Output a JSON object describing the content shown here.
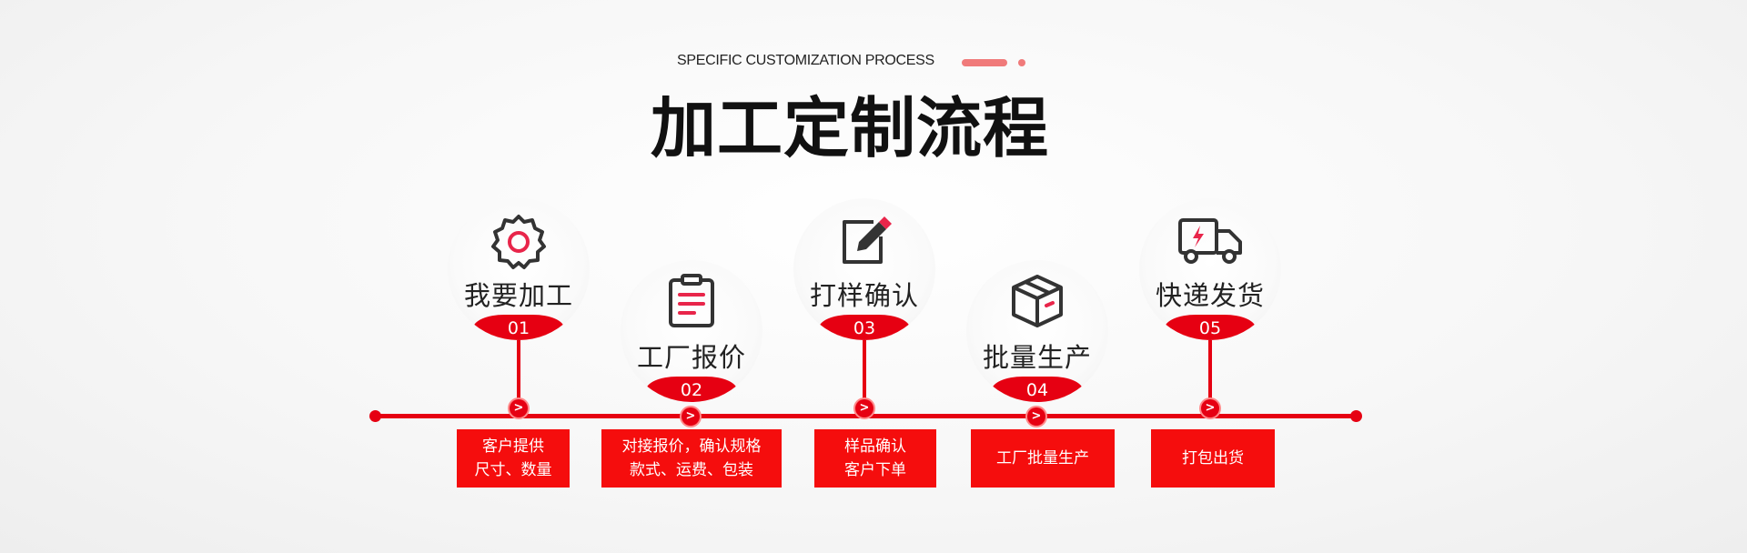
{
  "header": {
    "subtitle": "SPECIFIC CUSTOMIZATION  PROCESS",
    "title": "加工定制流程"
  },
  "colors": {
    "accent": "#e60012",
    "box": "#f50d0d",
    "deco": "#f07a7a",
    "icon_dark": "#333333"
  },
  "steps": [
    {
      "number": "01",
      "label": "我要加工",
      "icon": "gear-icon",
      "desc_lines": [
        "客户提供",
        "尺寸、数量"
      ]
    },
    {
      "number": "02",
      "label": "工厂报价",
      "icon": "clipboard-icon",
      "desc_lines": [
        "对接报价，确认规格",
        "款式、运费、包装"
      ]
    },
    {
      "number": "03",
      "label": "打样确认",
      "icon": "edit-icon",
      "desc_lines": [
        "样品确认",
        "客户下单"
      ]
    },
    {
      "number": "04",
      "label": "批量生产",
      "icon": "package-box-icon",
      "desc_lines": [
        "工厂批量生产"
      ]
    },
    {
      "number": "05",
      "label": "快递发货",
      "icon": "delivery-truck-icon",
      "desc_lines": [
        "打包出货"
      ]
    }
  ],
  "chevron": ">"
}
